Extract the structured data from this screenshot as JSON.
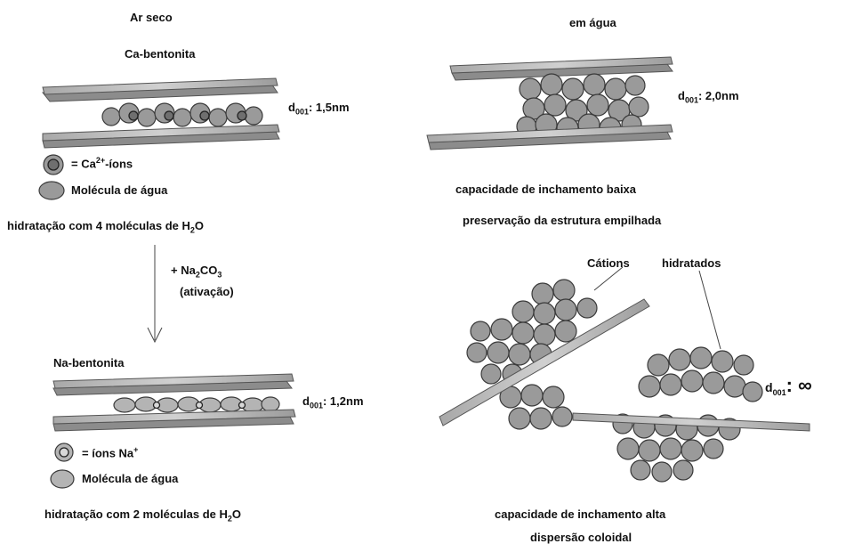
{
  "left": {
    "ar_seco": "Ar seco",
    "ca_bentonita": "Ca-bentonita",
    "d_label_1": {
      "prefix": "d",
      "sub": "001",
      "value": ": 1,5nm"
    },
    "ca_legend": {
      "prefix": "= Ca",
      "sup": "2+",
      "suffix": "-íons"
    },
    "water_legend_1": "Molécula de água",
    "hydration_4": {
      "text": "hidratação com 4 moléculas de   H",
      "sub": "2",
      "suffix": "O"
    },
    "activation_reagent": {
      "prefix": "+ Na",
      "sub1": "2",
      "mid": "CO",
      "sub2": "3"
    },
    "activation_note": "(ativação)",
    "na_bentonita": "Na-bentonita",
    "d_label_2": {
      "prefix": "d",
      "sub": "001",
      "value": ": 1,2nm"
    },
    "na_legend": {
      "prefix": "= íons Na",
      "sup": "+"
    },
    "water_legend_2": "Molécula de água",
    "hydration_2": {
      "text": "hidratação com 2 moléculas de  H",
      "sub": "2",
      "suffix": "O"
    }
  },
  "right": {
    "em_agua": "em água",
    "d_label_3": {
      "prefix": "d",
      "sub": "001",
      "value": ": 2,0nm"
    },
    "swelling_low": "capacidade de inchamento baixa",
    "preservation": "preservação da estrutura empilhada",
    "cations_label": "Cátions",
    "hydrated_label": "hidratados",
    "d_label_4": {
      "prefix": "d",
      "sub": "001",
      "value": ": ∞"
    },
    "swelling_high": "capacidade de inchamento alta",
    "colloidal": "dispersão coloidal"
  }
}
